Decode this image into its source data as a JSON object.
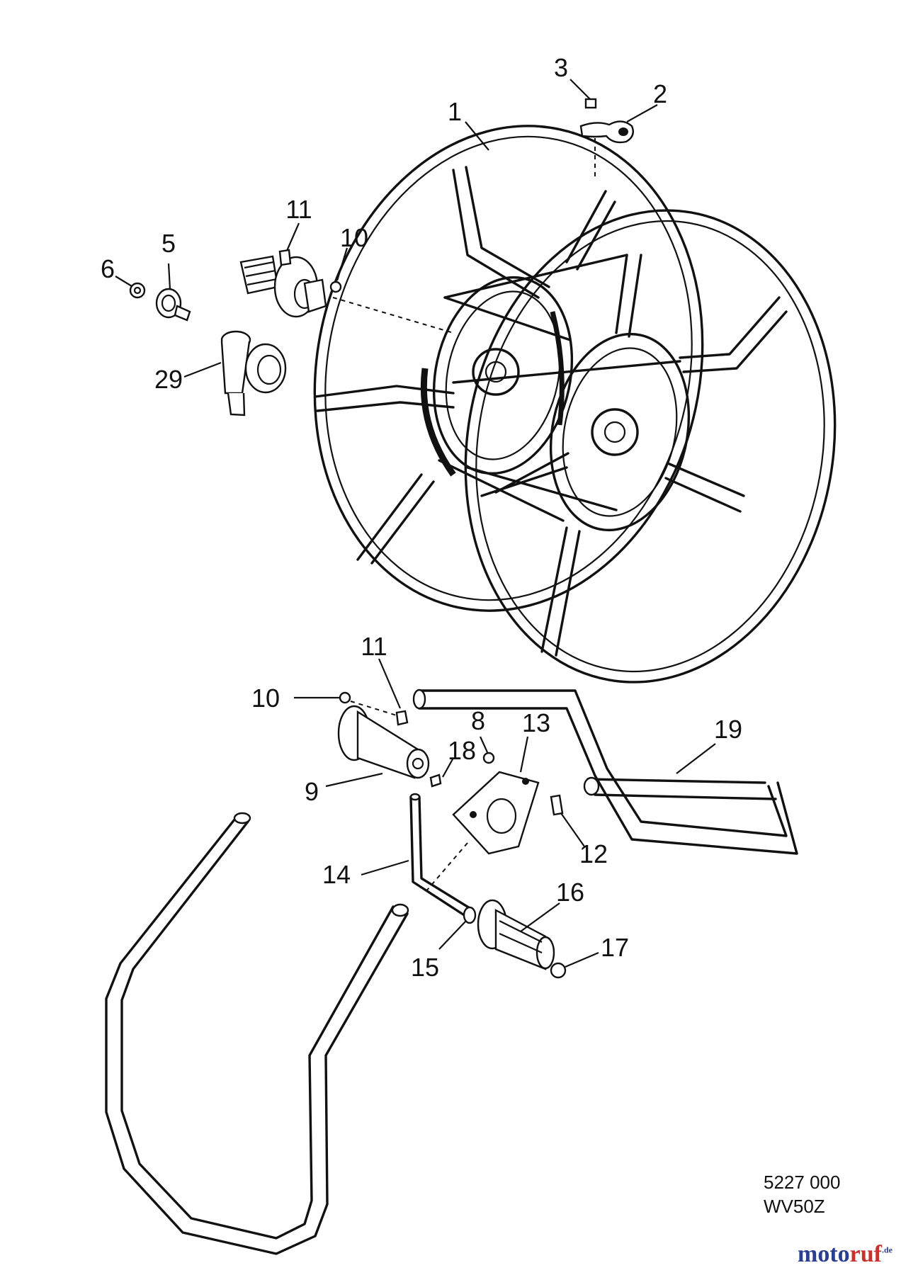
{
  "callouts": [
    {
      "id": "p1",
      "label": "1"
    },
    {
      "id": "p2",
      "label": "2"
    },
    {
      "id": "p3",
      "label": "3"
    },
    {
      "id": "p5",
      "label": "5"
    },
    {
      "id": "p6",
      "label": "6"
    },
    {
      "id": "p8",
      "label": "8"
    },
    {
      "id": "p9",
      "label": "9"
    },
    {
      "id": "p10a",
      "label": "10"
    },
    {
      "id": "p10b",
      "label": "10"
    },
    {
      "id": "p11a",
      "label": "11"
    },
    {
      "id": "p11b",
      "label": "11"
    },
    {
      "id": "p12",
      "label": "12"
    },
    {
      "id": "p13",
      "label": "13"
    },
    {
      "id": "p14",
      "label": "14"
    },
    {
      "id": "p15",
      "label": "15"
    },
    {
      "id": "p16",
      "label": "16"
    },
    {
      "id": "p17",
      "label": "17"
    },
    {
      "id": "p18",
      "label": "18"
    },
    {
      "id": "p19",
      "label": "19"
    },
    {
      "id": "p29",
      "label": "29"
    }
  ],
  "drawing_code": {
    "number": "5227 000",
    "model": "WV50Z"
  },
  "watermark": {
    "text_a": "moto",
    "text_b": "ruf",
    "suffix": ".de"
  }
}
